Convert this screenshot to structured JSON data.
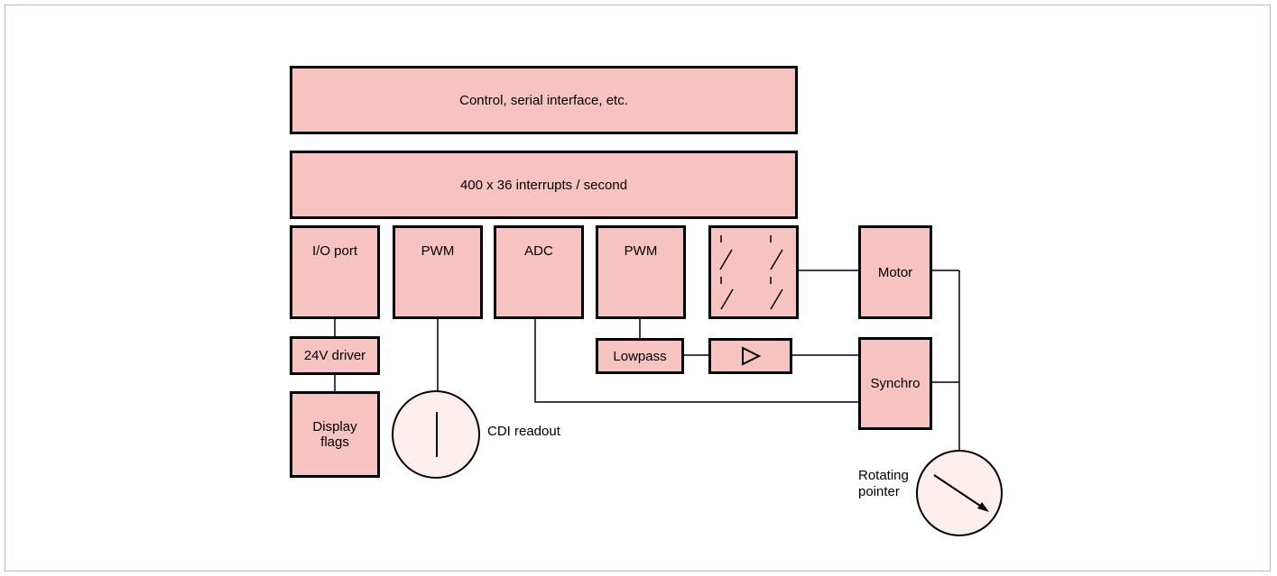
{
  "blocks": {
    "control": "Control, serial interface, etc.",
    "interrupts": "400 x 36 interrupts / second",
    "io_port": "I/O port",
    "pwm_left": "PWM",
    "adc": "ADC",
    "pwm_right": "PWM",
    "motor": "Motor",
    "driver": "24V driver",
    "display_flags_line1": "Display",
    "display_flags_line2": "flags",
    "lowpass": "Lowpass",
    "synchro": "Synchro"
  },
  "readouts": {
    "cdi": "CDI readout",
    "rotating_line1": "Rotating",
    "rotating_line2": "pointer"
  },
  "colors": {
    "block_fill": "#f6c3c0",
    "dial_fill": "#fdeeee",
    "frame": "#f0a8a8"
  },
  "icons": [
    "switch-bank-icon",
    "amplifier-icon",
    "cdi-dial-icon",
    "rotating-pointer-icon"
  ]
}
